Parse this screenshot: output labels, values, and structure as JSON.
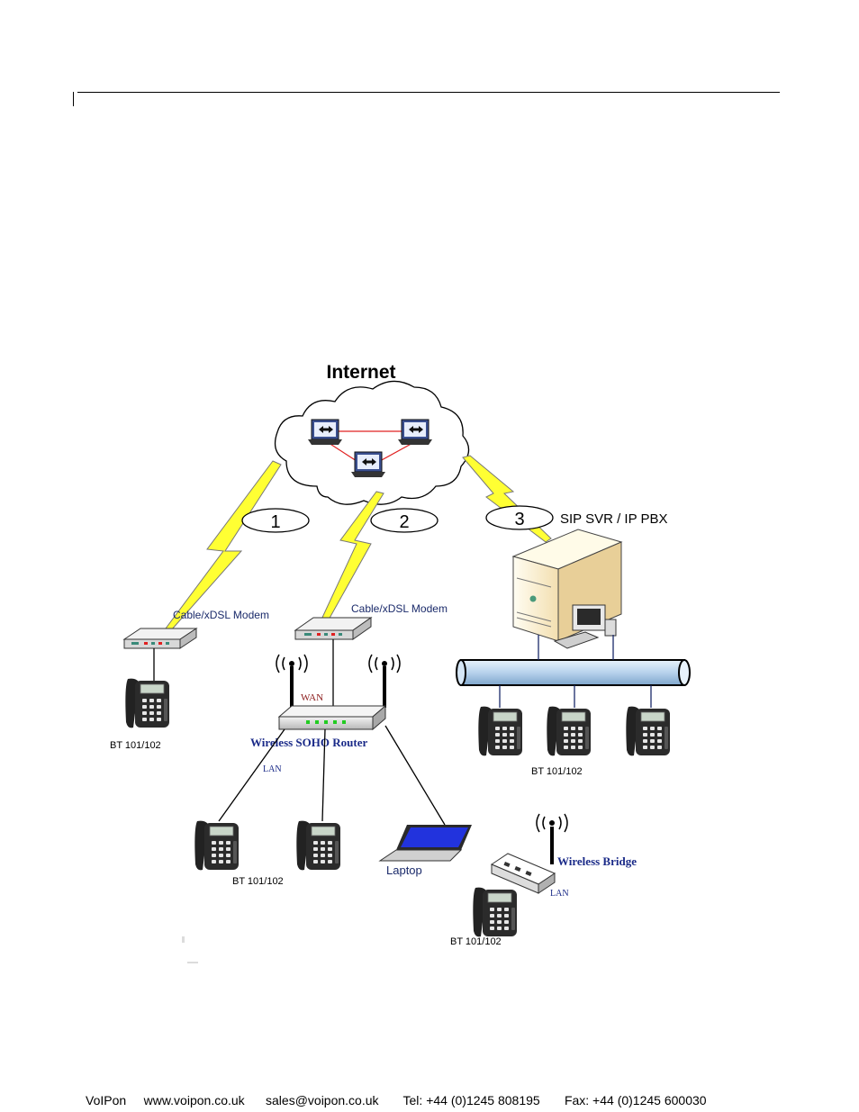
{
  "diagram": {
    "title": "Internet",
    "links": [
      {
        "number": "1"
      },
      {
        "number": "2"
      },
      {
        "number": "3"
      }
    ],
    "server_label": "SIP SVR / IP PBX",
    "modem_left_label": "Cable/xDSL Modem",
    "modem_center_label": "Cable/xDSL Modem",
    "wan_label": "WAN",
    "router_label": "Wireless SOHO Router",
    "lan_router_label": "LAN",
    "laptop_label": "Laptop",
    "bridge_label": "Wireless Bridge",
    "lan_bridge_label": "LAN",
    "phone_label_left": "BT 101/102",
    "phone_label_pbx": "BT 101/102",
    "phone_label_router": "BT 101/102",
    "phone_label_bridge": "BT 101/102",
    "colors": {
      "lightning": "#ffff33",
      "cable": "#aac8e8",
      "label_blue": "#1a2a88",
      "lan_red": "#8b1a1a"
    }
  },
  "footer": {
    "company": "VoIPon",
    "website": "www.voipon.co.uk",
    "email": "sales@voipon.co.uk",
    "tel": "Tel: +44 (0)1245 808195",
    "fax": "Fax: +44 (0)1245 600030"
  }
}
